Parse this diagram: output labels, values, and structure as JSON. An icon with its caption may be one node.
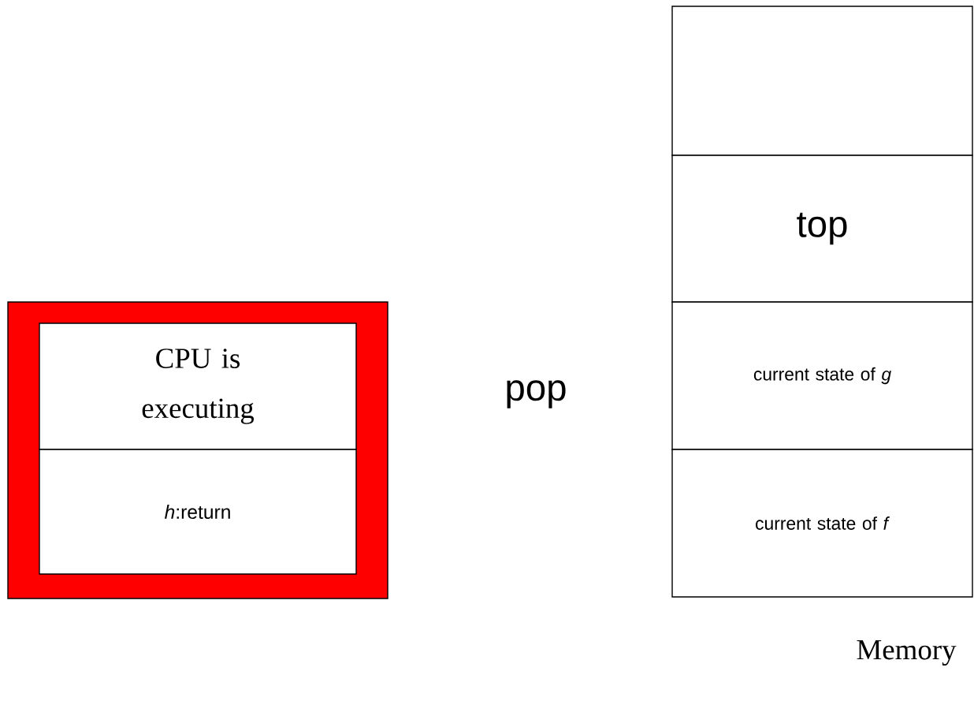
{
  "diagram": {
    "nodes": [
      {
        "text": [],
        "shape": "box"
      },
      {
        "text": [
          "CPU is executing"
        ],
        "in": 0
      },
      {
        "text": [
          "*h*:return"
        ],
        "in": 0
      },
      {
        "text": [],
        "shape": "box"
      },
      {
        "text": [
          "top"
        ]
      },
      {
        "text": [
          "current state of *g*"
        ]
      },
      {
        "text": [
          "current state of *f*"
        ]
      }
    ],
    "labels": [
      "pop",
      "Memory"
    ]
  }
}
